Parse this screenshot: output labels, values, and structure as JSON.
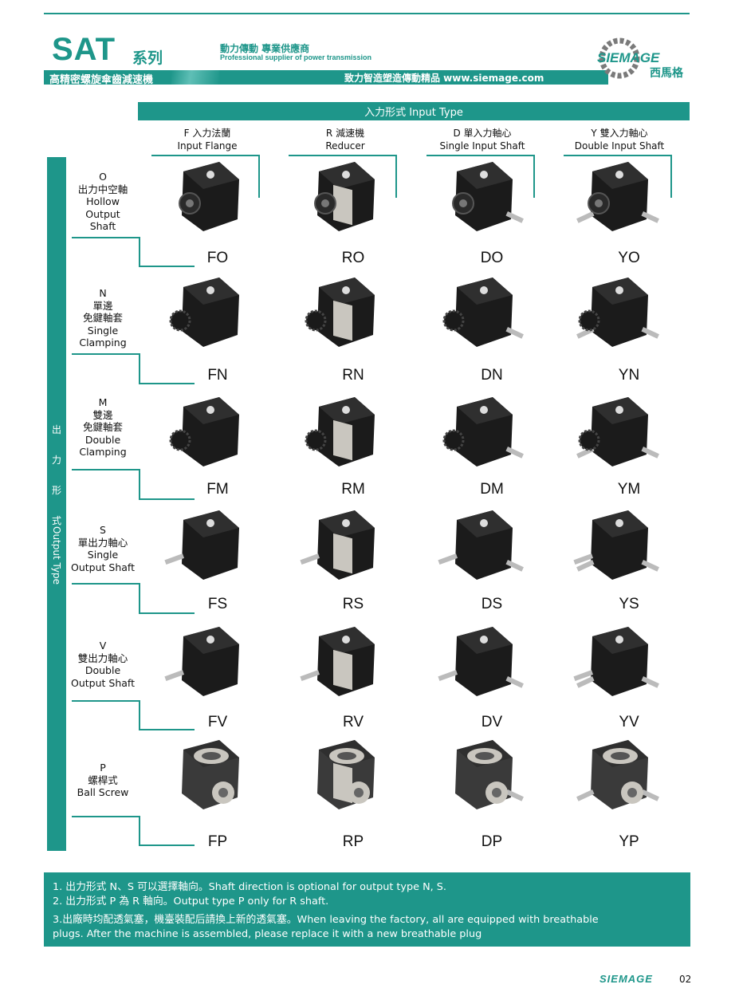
{
  "header": {
    "series_title": "SAT",
    "series_sub": "系列",
    "tagline_cn": "動力傳動 專業供應商",
    "tagline_en": "Professional supplier of power transmission",
    "banner_left": "高精密螺旋傘齒減速機",
    "banner_right": "致力智造塑造傳動精品  www.siemage.com",
    "logo_text": "SIEMAGE",
    "logo_cn": "西馬格"
  },
  "colors": {
    "accent": "#1e968a",
    "product_dark": "#1b1b1b",
    "product_silver": "#c9c6bf"
  },
  "input_type_title": "入力形式 Input Type",
  "columns": [
    {
      "cn": "F 入力法蘭",
      "en": "Input Flange"
    },
    {
      "cn": "R 減速機",
      "en": "Reducer"
    },
    {
      "cn": "D 單入力軸心",
      "en": "Single Input Shaft"
    },
    {
      "cn": "Y 雙入力軸心",
      "en": "Double Input Shaft"
    }
  ],
  "output_type_label_cn": [
    "出",
    "力",
    "形",
    "式"
  ],
  "output_type_label_en": "Output Type",
  "rows": [
    {
      "lines": [
        "O",
        "出力中空軸",
        "Hollow",
        "Output",
        "Shaft"
      ],
      "codes": [
        "FO",
        "RO",
        "DO",
        "YO"
      ]
    },
    {
      "lines": [
        "N",
        "單邊",
        "免鍵軸套",
        "Single",
        "Clamping"
      ],
      "codes": [
        "FN",
        "RN",
        "DN",
        "YN"
      ]
    },
    {
      "lines": [
        "M",
        "雙邊",
        "免鍵軸套",
        "Double",
        "Clamping"
      ],
      "codes": [
        "FM",
        "RM",
        "DM",
        "YM"
      ]
    },
    {
      "lines": [
        "S",
        "單出力軸心",
        "Single",
        "Output Shaft"
      ],
      "codes": [
        "FS",
        "RS",
        "DS",
        "YS"
      ]
    },
    {
      "lines": [
        "V",
        "雙出力軸心",
        "Double",
        "Output Shaft"
      ],
      "codes": [
        "FV",
        "RV",
        "DV",
        "YV"
      ]
    },
    {
      "lines": [
        "P",
        "螺桿式",
        "Ball Screw"
      ],
      "codes": [
        "FP",
        "RP",
        "DP",
        "YP"
      ]
    }
  ],
  "notes": [
    "1. 出力形式 N、S 可以選擇軸向。Shaft direction is optional for output type N, S.",
    "2. 出力形式 P 為 R 軸向。Output type P only for R shaft.",
    "3.出廠時均配透氣塞，機臺裝配后請換上新的透氣塞。When leaving the factory, all are equipped with breathable",
    "plugs. After the machine is assembled, please replace it with a new breathable plug"
  ],
  "footer": {
    "brand": "SIEMAGE",
    "page": "02"
  }
}
